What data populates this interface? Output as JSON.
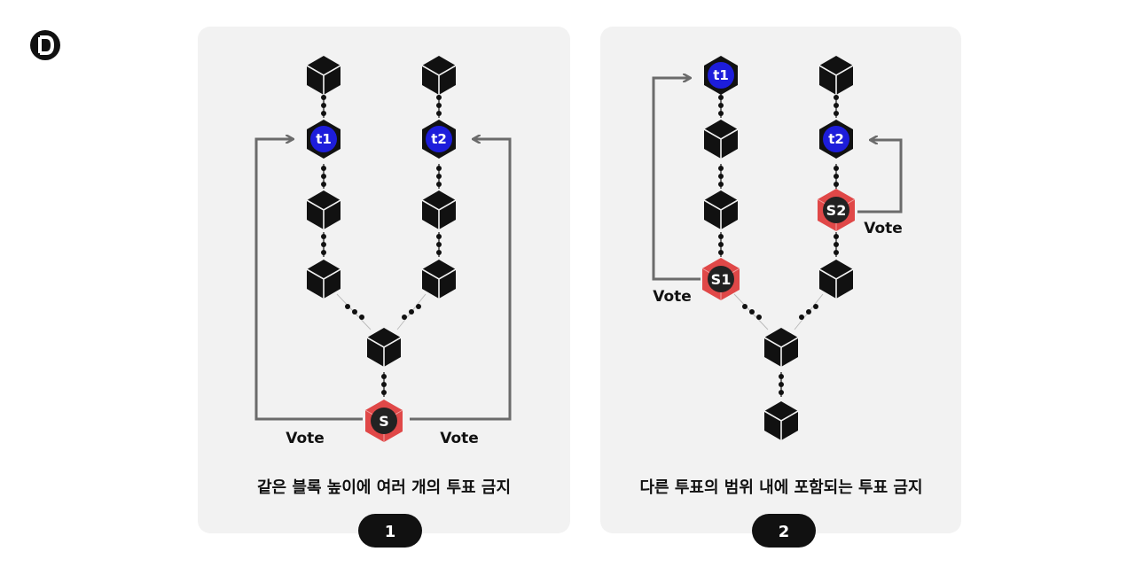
{
  "logo": {
    "icon": "brand-logo-icon"
  },
  "panels": [
    {
      "caption": "같은 블록 높이에 여러 개의 투표 금지",
      "badge": "1",
      "labels": {
        "t1": "t1",
        "t2": "t2",
        "source": "S"
      },
      "votes": [
        "Vote",
        "Vote"
      ]
    },
    {
      "caption": "다른 투표의 범위 내에 포함되는 투표 금지",
      "badge": "2",
      "labels": {
        "t1": "t1",
        "t2": "t2",
        "s1": "S1",
        "s2": "S2"
      },
      "votes": [
        "Vote",
        "Vote"
      ]
    }
  ],
  "colors": {
    "panel_bg": "#f2f2f2",
    "block": "#111111",
    "target": "#1d1ddb",
    "source": "#e04848",
    "arrow": "#6b6b6b",
    "badge_bg": "#111111"
  }
}
